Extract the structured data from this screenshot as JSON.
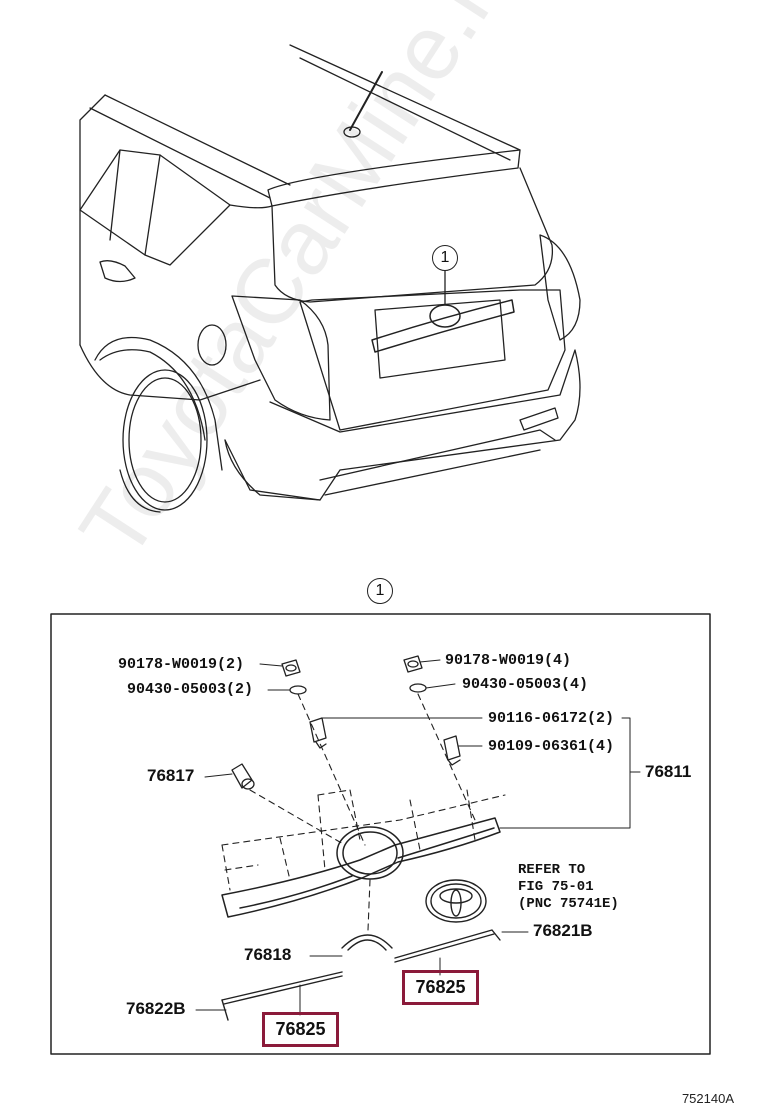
{
  "callout_number": "1",
  "parts": {
    "nut_left": "90178-W0019(2)",
    "washer_left": "90430-05003(2)",
    "nut_right": "90178-W0019(4)",
    "washer_right": "90430-05003(4)",
    "stud_left": "90116-06172(2)",
    "bolt_right": "90109-06361(4)",
    "clip": "76817",
    "garnish_assy": "76811",
    "emblem_base": "76818",
    "moulding_right": "76821B",
    "moulding_left": "76822B",
    "tape_right": "76825",
    "tape_left": "76825"
  },
  "reference": {
    "line1": "REFER TO",
    "line2": "FIG 75-01",
    "line3": "(PNC 75741E)"
  },
  "watermark": "ToyotaCarMine.ru",
  "figure_code": "752140A",
  "colors": {
    "highlight_border": "#8b1a3a",
    "line": "#222222"
  }
}
